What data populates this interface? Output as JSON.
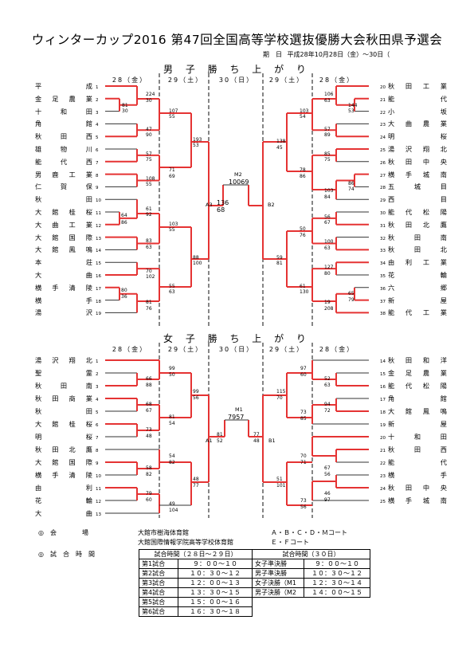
{
  "header": {
    "title": "ウィンターカップ2016 第47回全国高等学校選抜優勝大会秋田県予選会",
    "period_label": "期　日",
    "period_value": "平成28年10月28日（金）～30日（"
  },
  "days": {
    "d28": "28（金）",
    "d29": "29（土）",
    "d30": "30（日）"
  },
  "boys": {
    "section_title": "男 子 勝 ち 上 が り",
    "left_teams": [
      {
        "no": "1",
        "name": "平成"
      },
      {
        "no": "2",
        "name": "金足農業"
      },
      {
        "no": "3",
        "name": "十和田"
      },
      {
        "no": "4",
        "name": "角館"
      },
      {
        "no": "5",
        "name": "秋田西"
      },
      {
        "no": "6",
        "name": "雄物川"
      },
      {
        "no": "7",
        "name": "能代西"
      },
      {
        "no": "8",
        "name": "男鹿工業"
      },
      {
        "no": "9",
        "name": "仁賀保"
      },
      {
        "no": "10",
        "name": "秋田"
      },
      {
        "no": "11",
        "name": "大館桂桜"
      },
      {
        "no": "12",
        "name": "大曲工業"
      },
      {
        "no": "13",
        "name": "大館国際"
      },
      {
        "no": "14",
        "name": "大館鳳鳴"
      },
      {
        "no": "15",
        "name": "本荘"
      },
      {
        "no": "16",
        "name": "大曲"
      },
      {
        "no": "17",
        "name": "横手清陵"
      },
      {
        "no": "18",
        "name": "横手"
      },
      {
        "no": "19",
        "name": "湯沢"
      }
    ],
    "right_teams": [
      {
        "no": "20",
        "name": "秋田工業"
      },
      {
        "no": "21",
        "name": "能代"
      },
      {
        "no": "22",
        "name": "小坂"
      },
      {
        "no": "23",
        "name": "大曲農業"
      },
      {
        "no": "24",
        "name": "明桜"
      },
      {
        "no": "25",
        "name": "湯沢翔北"
      },
      {
        "no": "26",
        "name": "秋田中央"
      },
      {
        "no": "27",
        "name": "横手城南"
      },
      {
        "no": "28",
        "name": "五城目"
      },
      {
        "no": "29",
        "name": "西目"
      },
      {
        "no": "30",
        "name": "能代松陽"
      },
      {
        "no": "31",
        "name": "秋田北鷹"
      },
      {
        "no": "32",
        "name": "秋田南"
      },
      {
        "no": "33",
        "name": "秋田北"
      },
      {
        "no": "34",
        "name": "由利工業"
      },
      {
        "no": "35",
        "name": "花輪"
      },
      {
        "no": "36",
        "name": "六郷"
      },
      {
        "no": "37",
        "name": "新屋"
      },
      {
        "no": "38",
        "name": "能代工業"
      }
    ],
    "final": {
      "court": "M2",
      "score_a": "136",
      "score_b": "68",
      "score_c": "69",
      "score_d": "100",
      "left_court": "A3",
      "right_court": "B2"
    },
    "scores": {
      "l_b1a": "81",
      "l_b1b": "30",
      "l_a4a": "224",
      "l_a4b": "30",
      "l_a1a": "107",
      "l_a1b": "55",
      "l_b3a": "47",
      "l_b3b": "90",
      "l_a5a": "57",
      "l_a5b": "75",
      "l_b1ca": "71",
      "l_b1cb": "69",
      "l_c2a": "108",
      "l_c2b": "55",
      "l_a3a": "193",
      "l_a3b": "53",
      "l_d1a": "64",
      "l_d1b": "86",
      "l_c4a": "61",
      "l_c4b": "92",
      "l_a2a": "103",
      "l_a2b": "55",
      "l_d2a": "83",
      "l_d2b": "63",
      "l_d3a": "70",
      "l_d3b": "102",
      "l_b8a": "88",
      "l_b8b": "100",
      "l_a2ba": "80",
      "l_a2bb": "36",
      "l_b5a": "81",
      "l_b5b": "76",
      "l_b2a": "55",
      "l_b2b": "63",
      "r_a5a": "106",
      "r_a5b": "63",
      "r_b2a": "144",
      "r_b2b": "53",
      "r_a4a": "103",
      "r_a4b": "54",
      "r_b6a": "57",
      "r_b6b": "89",
      "r_a6a": "138",
      "r_a6b": "45",
      "r_a6ba": "85",
      "r_a6bb": "75",
      "r_c1a": "86",
      "r_c1b": "74",
      "r_b4a": "78",
      "r_b4b": "86",
      "r_d4a": "103",
      "r_d4b": "84",
      "r_c3a": "56",
      "r_c3b": "67",
      "r_b7a": "50",
      "r_b7b": "76",
      "r_c5a": "100",
      "r_c5b": "63",
      "r_b6ba": "59",
      "r_b6bb": "81",
      "r_d5a": "127",
      "r_d5b": "80",
      "r_a1a": "65",
      "r_a1b": "79",
      "r_b4ba": "19",
      "r_b4bb": "208",
      "r_e1a": "61",
      "r_e1b": "130"
    }
  },
  "girls": {
    "section_title": "女 子 勝 ち 上 が り",
    "left_teams": [
      {
        "no": "1",
        "name": "湯沢翔北"
      },
      {
        "no": "2",
        "name": "聖霊"
      },
      {
        "no": "3",
        "name": "秋田南"
      },
      {
        "no": "4",
        "name": "秋田商業"
      },
      {
        "no": "5",
        "name": "秋田"
      },
      {
        "no": "6",
        "name": "大館桂桜"
      },
      {
        "no": "7",
        "name": "明桜"
      },
      {
        "no": "8",
        "name": "秋田北鷹"
      },
      {
        "no": "9",
        "name": "大館国際"
      },
      {
        "no": "10",
        "name": "横手清陵"
      },
      {
        "no": "11",
        "name": "由利"
      },
      {
        "no": "12",
        "name": "花輪"
      },
      {
        "no": "13",
        "name": "大曲"
      }
    ],
    "right_teams": [
      {
        "no": "14",
        "name": "秋田和洋"
      },
      {
        "no": "15",
        "name": "金足農業"
      },
      {
        "no": "16",
        "name": "能代松陽"
      },
      {
        "no": "17",
        "name": "角館"
      },
      {
        "no": "18",
        "name": "大館鳳鳴"
      },
      {
        "no": "19",
        "name": "新屋"
      },
      {
        "no": "20",
        "name": "十和田"
      },
      {
        "no": "21",
        "name": "秋田西"
      },
      {
        "no": "22",
        "name": "能代"
      },
      {
        "no": "23",
        "name": "横手"
      },
      {
        "no": "24",
        "name": "秋田中央"
      },
      {
        "no": "25",
        "name": "横手城南"
      }
    ],
    "final": {
      "court": "M1",
      "score_a": "79",
      "score_b": "57",
      "left_court": "A1",
      "right_court": "B1"
    },
    "scores": {
      "l_c1a": "99",
      "l_c1b": "50",
      "l_e2a": "66",
      "l_e2b": "88",
      "l_c5a": "99",
      "l_c5b": "56",
      "l_e3a": "68",
      "l_e3b": "67",
      "l_d1a": "81",
      "l_d1b": "54",
      "l_e4a": "73",
      "l_e4b": "48",
      "l_a1a": "81",
      "l_a1b": "52",
      "l_c2a": "54",
      "l_c2b": "82",
      "l_e5a": "58",
      "l_e5b": "82",
      "l_d3a": "48",
      "l_d3b": "77",
      "l_e6a": "79",
      "l_e6b": "60",
      "l_d2a": "49",
      "l_d2b": "104",
      "r_d4a": "97",
      "r_d4b": "60",
      "r_f5a": "52",
      "r_f5b": "63",
      "r_d6a": "115",
      "r_d6b": "70",
      "r_f4a": "94",
      "r_f4b": "72",
      "r_c4a": "73",
      "r_c4b": "85",
      "r_b1a": "77",
      "r_b1b": "48",
      "r_d5a": "70",
      "r_d5b": "71",
      "r_f3a": "67",
      "r_f3b": "56",
      "r_c6a": "51",
      "r_c6b": "101",
      "r_f2a": "46",
      "r_f2b": "97",
      "r_c3a": "73",
      "r_c3b": "56"
    }
  },
  "venue": {
    "label_venue": "◎　会　　　　場",
    "venue1": "大館市樹海体育館",
    "venue2": "大館国際情報学院高等学校体育館",
    "courts1": "Ａ・Ｂ・Ｃ・Ｄ・Ｍコート",
    "courts2": "Ｅ・Ｆコート",
    "label_time": "◎　試　合　時　間"
  },
  "schedule": {
    "head_left": "試合時間（２８日～２９日）",
    "head_right": "試合時間（３０日）",
    "rows": [
      {
        "l1": "第1試合",
        "l2": "９：００～１０",
        "r1": "女子準決勝",
        "r2": "９：００～１０"
      },
      {
        "l1": "第2試合",
        "l2": "１０：３０～１２",
        "r1": "男子準決勝",
        "r2": "１０：３０～１２"
      },
      {
        "l1": "第3試合",
        "l2": "１２：００～１３",
        "r1": "女子決勝（M1",
        "r2": "１２：３０～１４"
      },
      {
        "l1": "第4試合",
        "l2": "１３：３０～１５",
        "r1": "男子決勝（M2",
        "r2": "１４：００～１５"
      },
      {
        "l1": "第5試合",
        "l2": "１５：００～１６",
        "r1": "",
        "r2": ""
      },
      {
        "l1": "第6試合",
        "l2": "１６：３０～１８",
        "r1": "",
        "r2": ""
      }
    ]
  }
}
